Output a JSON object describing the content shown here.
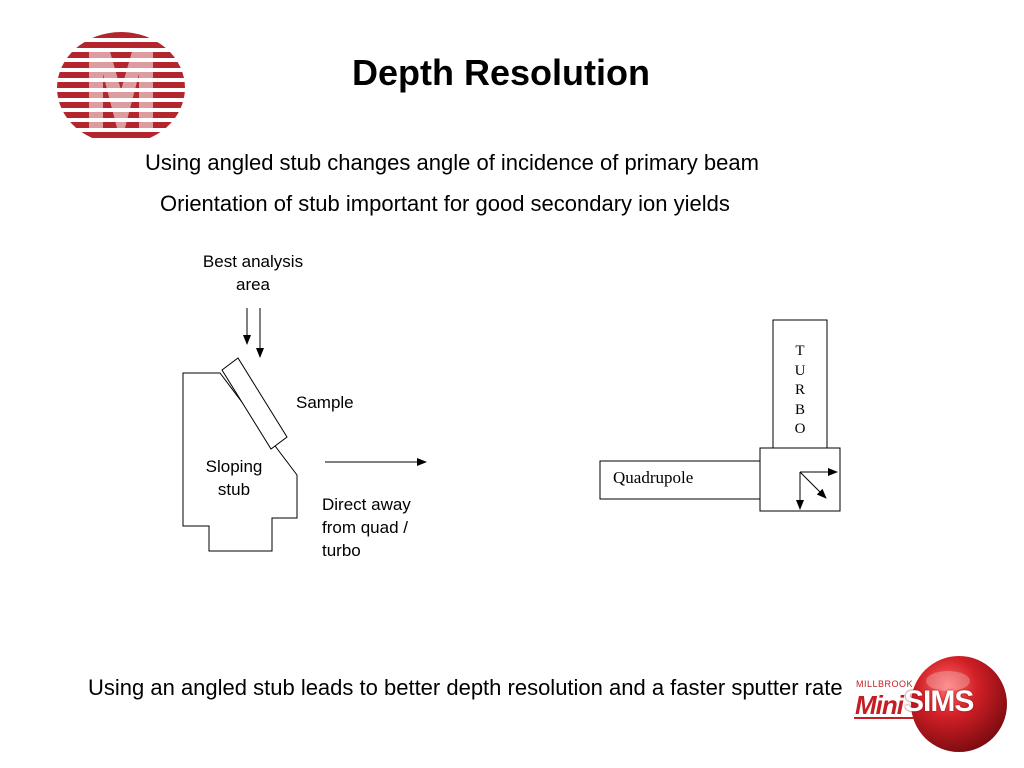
{
  "slide": {
    "title": "Depth Resolution",
    "subtitle_line1": "Using angled stub changes angle of incidence of primary beam",
    "subtitle_line2": "Orientation of stub important for good secondary ion yields",
    "footer": "Using an angled stub leads to better depth resolution and a faster sputter rate"
  },
  "diagram": {
    "best_area_label": "Best analysis area",
    "sample_label": "Sample",
    "stub_label": "Sloping stub",
    "direction_label": "Direct away from quad / turbo",
    "quadrupole_label": "Quadrupole",
    "turbo_letters": [
      "T",
      "U",
      "R",
      "B",
      "O"
    ]
  },
  "branding": {
    "brand_small": "MILLBROOK",
    "brand_mini": "Mini",
    "brand_sims": "SIMS",
    "accent_color": "#c41e24"
  },
  "icons": {
    "left_logo": "m-logo-icon",
    "right_logo": "minisims-logo-icon"
  }
}
